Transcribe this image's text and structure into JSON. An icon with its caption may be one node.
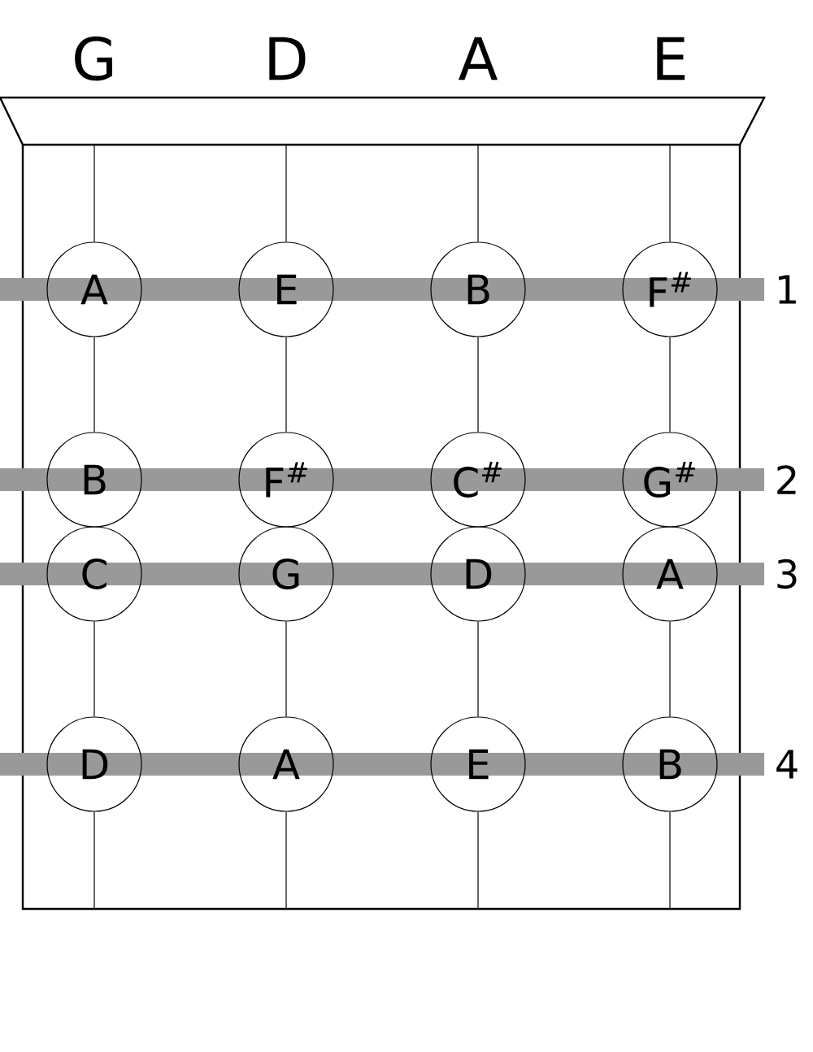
{
  "diagram": {
    "nodes": [
      {
        "text": [],
        "shape": "box"
      },
      {
        "text": [
          "A"
        ]
      },
      {
        "text": [
          "E"
        ]
      },
      {
        "text": [
          "B"
        ]
      },
      {
        "text": [
          "F$^{#}$"
        ]
      },
      {
        "text": [
          "B"
        ]
      },
      {
        "text": [
          "F$^{#}$"
        ]
      },
      {
        "text": [
          "C$^{#}$"
        ]
      },
      {
        "text": [
          "G$^{#}$"
        ]
      },
      {
        "text": [
          "C"
        ]
      },
      {
        "text": [
          "G"
        ]
      },
      {
        "text": [
          "D"
        ]
      },
      {
        "text": [
          "A"
        ]
      },
      {
        "text": [
          "D"
        ]
      },
      {
        "text": [
          "A"
        ]
      },
      {
        "text": [
          "E"
        ]
      },
      {
        "text": [
          "B"
        ]
      }
    ],
    "edges": [
      {
        "from": 0,
        "to": 1,
        "arrow": "none"
      },
      {
        "from": 0,
        "to": 2,
        "arrow": "none"
      },
      {
        "from": 0,
        "to": 3,
        "arrow": "none"
      },
      {
        "from": 0,
        "to": 4,
        "arrow": "none"
      },
      {
        "from": 1,
        "to": 5,
        "arrow": "none"
      },
      {
        "from": 2,
        "to": 6,
        "arrow": "none"
      },
      {
        "from": 3,
        "to": 7,
        "arrow": "none"
      },
      {
        "from": 4,
        "to": 8,
        "arrow": "none"
      },
      {
        "from": 9,
        "to": 13,
        "arrow": "none"
      },
      {
        "from": 10,
        "to": 14,
        "arrow": "none"
      },
      {
        "from": 11,
        "to": 15,
        "arrow": "none"
      },
      {
        "from": 12,
        "to": 16,
        "arrow": "none"
      },
      {
        "from": 13,
        "to": null,
        "arrow": "none"
      },
      {
        "from": 14,
        "to": null,
        "arrow": "none"
      },
      {
        "from": 15,
        "to": null,
        "arrow": "none"
      },
      {
        "from": 16,
        "to": null,
        "arrow": "none"
      }
    ],
    "labels": [
      "G",
      "D",
      "A",
      "E",
      "1",
      "2",
      "3",
      "4"
    ]
  }
}
